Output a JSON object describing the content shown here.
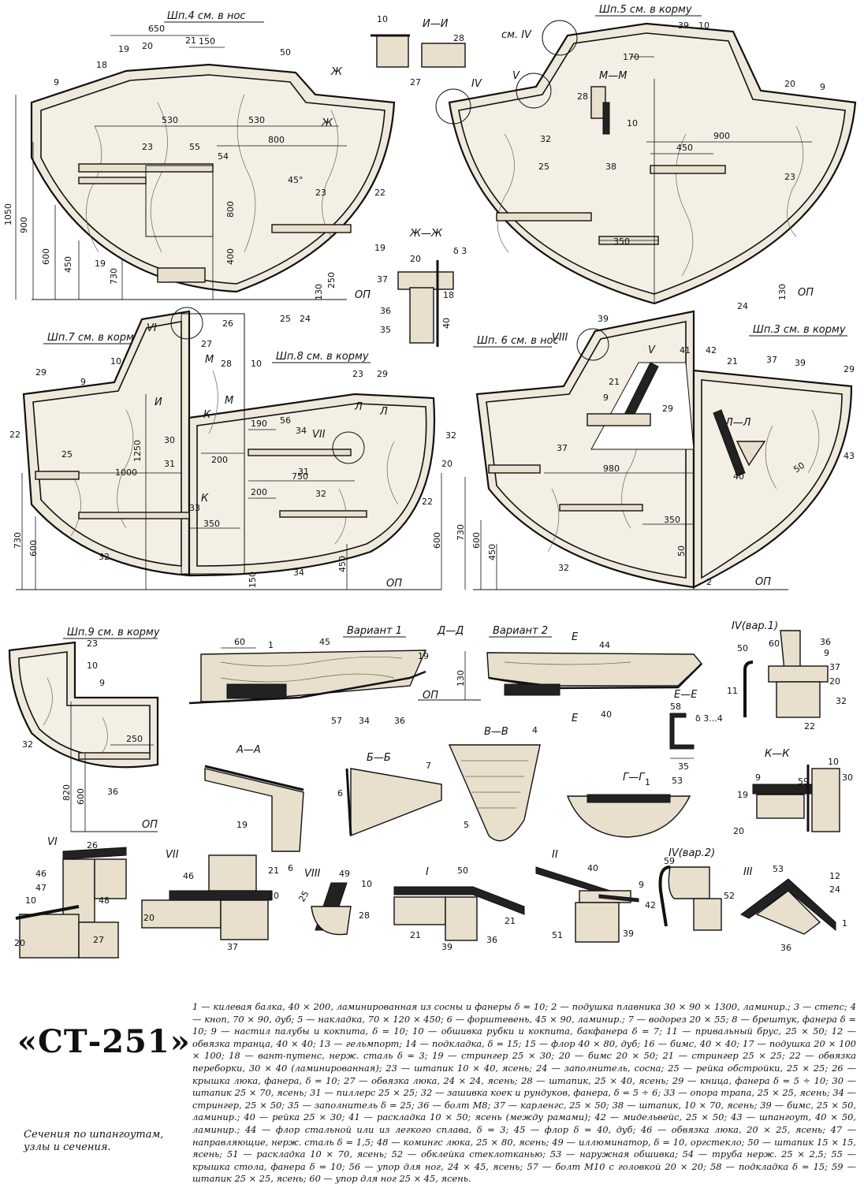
{
  "title": "«СТ-251»",
  "subtitle": "Сечения по шпангоутам, узлы и сечения.",
  "legend": "1 — килевая балка, 40 × 200, ламинированная из сосны и фанеры δ = 10; 2 — подушка плавника 30 × 90 × 1300, ламинир.; 3 — степс; 4 — кноп, 70 × 90, дуб; 5 — накладка, 70 × 120 × 450; 6 — форштевень, 45 × 90, ламинир.; 7 — водорез 20 × 55; 8 — брештук, фанера δ = 10; 9 — настил палубы и кокпита, δ = 10; 10 — обшивка рубки и кокпита, бакфанера δ = 7; 11 — привальный брус, 25 × 50; 12 — обвязка транца, 40 × 40; 13 — гельмпорт; 14 — подкладка, δ = 15; 15 — флор 40 × 80, дуб; 16 — бимс, 40 × 40; 17 — подушка 20 × 100 × 100; 18 — вант-путенс, нерж. сталь δ = 3; 19 — стрингер 25 × 30; 20 — бимс 20 × 50; 21 — стрингер 25 × 25; 22 — обвязка переборки, 30 × 40 (ламинированная); 23 — штапик 10 × 40, ясень; 24 — заполнитель, сосна; 25 — рейка обстройки, 25 × 25; 26 — крышка люка, фанера, δ = 10; 27 — обвязка люка, 24 × 24, ясень; 28 — штапик, 25 × 40, ясень; 29 — кница, фанера δ = 5 ÷ 10; 30 — штапик 25 × 70, ясень; 31 — пиллерс 25 × 25; 32 — зашивка коек и рундуков, фанера, δ = 5 ÷ 6; 33 — опора трапа, 25 × 25, ясень; 34 — стрингер, 25 × 50; 35 — заполнитель δ = 25; 36 — болт М8; 37 — карленгс, 25 × 50; 38 — штапик, 10 × 70, ясень; 39 — бимс, 25 × 50, ламинир.; 40 — рейка 25 × 30; 41 — раскладка 10 × 50; ясень (между рамами); 42 — мидельвейс, 25 × 50; 43 — шпангоут, 40 × 50, ламинир.; 44 — флор стальной или из легкого сплава, δ = 3; 45 — флор δ = 40, дуб; 46 — обвязка люка, 20 × 25, ясень; 47 — направляющие, нерж. сталь δ = 1,5; 48 — комингс люка, 25 × 80, ясень; 49 — иллюминатор, δ = 10, оргстекло; 50 — штапик 15 × 15, ясень; 51 — раскладка 10 × 70, ясень; 52 — обклейка стеклотканью; 53 — наружная обшивка; 54 — труба нерж. 25 × 2,5; 55 — крышка стола, фанера δ = 10; 56 — упор для ног, 24 × 45, ясень; 57 — болт М10 с головкой 20 × 20; 58 — подкладка δ = 15; 59 — штапик 25 × 25, ясень; 60 — упор для ног 25 × 45, ясень.",
  "labels": {
    "sh4": "Шп.4 см. в нос",
    "sh5": "Шп.5 см. в корму",
    "sh7": "Шп.7 см. в корму",
    "sh8": "Шп.8 см. в корму",
    "sh6": "Шп. 6 см. в нос",
    "sh3": "Шп.3 см. в корму",
    "sh9": "Шп.9 см. в корму",
    "var1": "Вариант 1",
    "var2": "Вариант 2",
    "ii": "И—И",
    "mm": "М—М",
    "zhzh": "Ж—Ж",
    "ll": "Л—Л",
    "dd": "Д—Д",
    "ee": "Е—Е",
    "aa": "А—А",
    "bb": "Б—Б",
    "vv": "В—В",
    "gg": "Г—Г",
    "kk": "К—К",
    "iv1": "IV(вар.1)",
    "iv2": "IV(вар.2)",
    "op": "ОП",
    "n_vi": "VI",
    "n_vii": "VII",
    "n_viii": "VIII",
    "n_i": "I",
    "n_ii": "II",
    "n_iii": "III",
    "n_iv": "IV",
    "n_v": "V",
    "sm_iv": "см. IV"
  },
  "dims": {
    "d650": "650",
    "d150": "150",
    "d50": "50",
    "d530a": "530",
    "d530b": "530",
    "d800": "800",
    "d45": "45°",
    "d1050": "1050",
    "d900": "900",
    "d600": "600",
    "d450": "450",
    "d730": "730",
    "d400": "400",
    "d250": "250",
    "d130": "130",
    "d170": "170",
    "d900b": "900",
    "d450b": "450",
    "d350": "350",
    "d1250": "1250",
    "d190": "190",
    "d200": "200",
    "d1000": "1000",
    "d750": "750",
    "d200b": "200",
    "d350b": "350",
    "d730b": "730",
    "d600b": "600",
    "d600c": "600",
    "d450c": "450",
    "d150b": "150",
    "d980": "980",
    "d350c": "350",
    "d50b": "50",
    "d730c": "730",
    "d600d": "600",
    "d450d": "450",
    "d250b": "250",
    "d820": "820",
    "d600e": "600",
    "d60": "60",
    "d130b": "130",
    "d35": "35",
    "d34": "δ 3...4",
    "d3": "δ 3",
    "d40": "40",
    "d5": "5",
    "d50c": "50",
    "d25": "25"
  }
}
